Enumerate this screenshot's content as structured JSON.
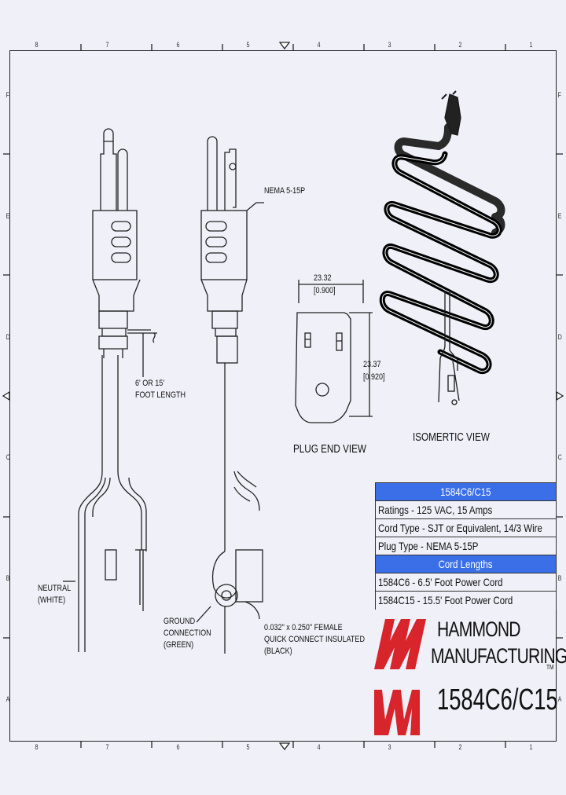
{
  "border": {
    "columns": [
      "8",
      "7",
      "6",
      "5",
      "4",
      "3",
      "2",
      "1"
    ],
    "rows": [
      "F",
      "E",
      "D",
      "C",
      "B",
      "A"
    ]
  },
  "labels": {
    "nema": "NEMA 5-15P",
    "length_line1": "6' OR 15'",
    "length_line2": "FOOT LENGTH",
    "neutral_line1": "NEUTRAL",
    "neutral_line2": "(WHITE)",
    "ground_line1": "GROUND",
    "ground_line2": "CONNECTION",
    "ground_line3": "(GREEN)",
    "qc_line1": "0.032\" x 0.250\" FEMALE",
    "qc_line2": "QUICK CONNECT INSULATED",
    "qc_line3": "(BLACK)",
    "dim_width": "23.32",
    "dim_width_in": "[0.900]",
    "dim_height": "23.37",
    "dim_height_in": "[0.920]"
  },
  "views": {
    "plug_end": "PLUG END VIEW",
    "isometric": "ISOMERTIC VIEW"
  },
  "spec_table": {
    "title": "1584C6/C15",
    "ratings": "Ratings - 125 VAC, 15 Amps",
    "cord_type": "Cord Type - SJT or Equivalent, 14/3 Wire",
    "plug_type": "Plug Type - NEMA 5-15P",
    "lengths_header": "Cord Lengths",
    "length_c6": "1584C6 - 6.5' Foot Power Cord",
    "length_c15": "1584C15 - 15.5' Foot Power Cord"
  },
  "brand": {
    "line1": "HAMMOND",
    "line2": "MANUFACTURING",
    "tm": "TM",
    "part_number": "1584C6/C15",
    "color": "#d8242b"
  },
  "colors": {
    "header_blue": "#3a6fe8"
  }
}
